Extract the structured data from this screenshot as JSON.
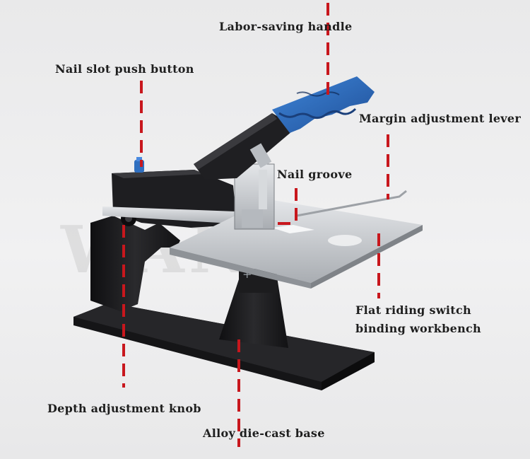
{
  "watermark": "WANLI",
  "colors": {
    "leader_line": "#c8171d",
    "accent_blue": "#2f6fc0",
    "body_black": "#1b1b1d",
    "steel": "#c9ccd0"
  },
  "labels": {
    "handle": "Labor-saving handle",
    "push_button": "Nail slot push button",
    "margin_lever": "Margin adjustment lever",
    "nail_groove": "Nail groove",
    "workbench_line1": "Flat riding switch",
    "workbench_line2": "binding workbench",
    "depth_knob": "Depth adjustment knob",
    "base": "Alloy die-cast base"
  }
}
